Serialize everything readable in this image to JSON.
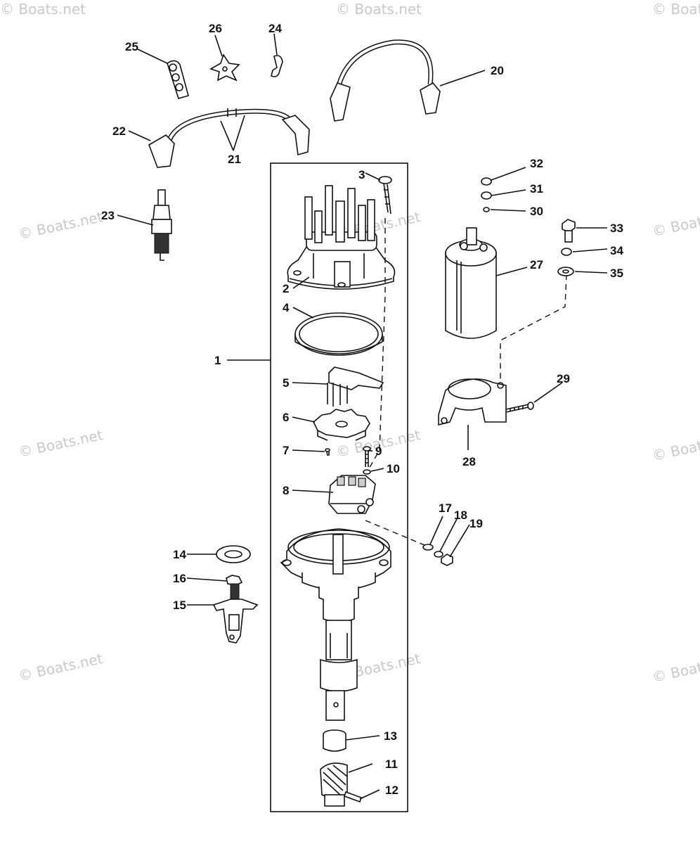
{
  "watermarks": [
    "© Boats.net",
    "© Boats.net",
    "© Boats.net",
    "© Boats.net",
    "© Boats.net",
    "© Boats.net",
    "© Boats.net",
    "© Boats.net",
    "© Boats.net",
    "© Boats.net",
    "© Boats.net",
    "© Boats.net"
  ],
  "callouts": [
    "1",
    "2",
    "3",
    "4",
    "5",
    "6",
    "7",
    "8",
    "9",
    "10",
    "11",
    "12",
    "13",
    "14",
    "15",
    "16",
    "17",
    "18",
    "19",
    "20",
    "21",
    "22",
    "23",
    "24",
    "25",
    "26",
    "27",
    "28",
    "29",
    "30",
    "31",
    "32",
    "33",
    "34",
    "35"
  ],
  "colors": {
    "ink": "#111111",
    "watermark": "#c9c9c9",
    "background": "#ffffff"
  }
}
